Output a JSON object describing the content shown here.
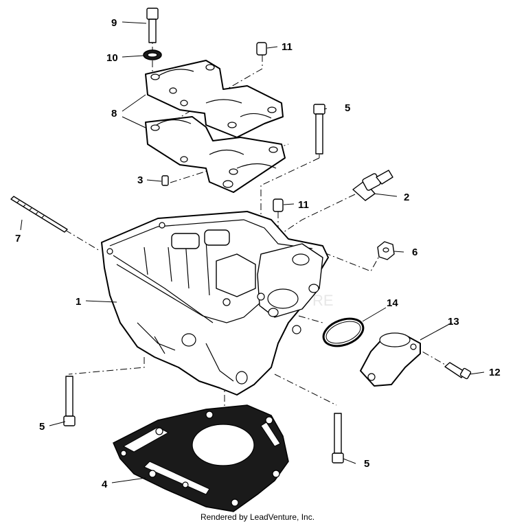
{
  "callouts": {
    "c1": "1",
    "c2": "2",
    "c3": "3",
    "c4": "4",
    "c5a": "5",
    "c5b": "5",
    "c5c": "5",
    "c6": "6",
    "c7": "7",
    "c8": "8",
    "c9": "9",
    "c10": "10",
    "c11a": "11",
    "c11b": "11",
    "c12": "12",
    "c13": "13",
    "c14": "14"
  },
  "footer": "Rendered by LeadVenture, Inc."
}
